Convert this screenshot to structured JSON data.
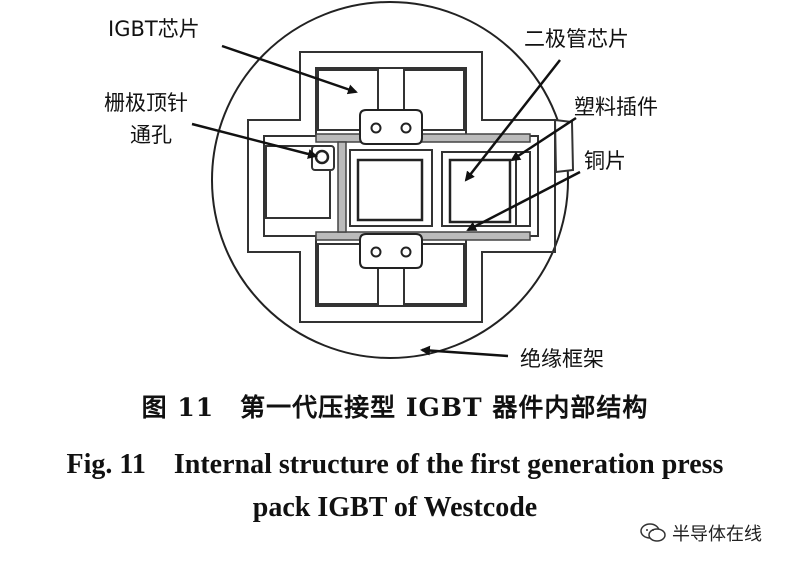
{
  "labels": {
    "igbt_chip": "IGBT芯片",
    "gate_hole_line1": "栅极顶针",
    "gate_hole_line2": "通孔",
    "diode_chip": "二极管芯片",
    "plastic_insert": "塑料插件",
    "copper_sheet": "铜片",
    "insulating_frame": "绝缘框架"
  },
  "caption": {
    "cn": "图 11　第一代压接型 IGBT 器件内部结构",
    "en_line1": "Fig. 11　Internal structure of the first generation press",
    "en_line2": "pack IGBT of Westcode"
  },
  "watermark": {
    "text": "半导体在线",
    "icon": "wechat-icon"
  }
}
